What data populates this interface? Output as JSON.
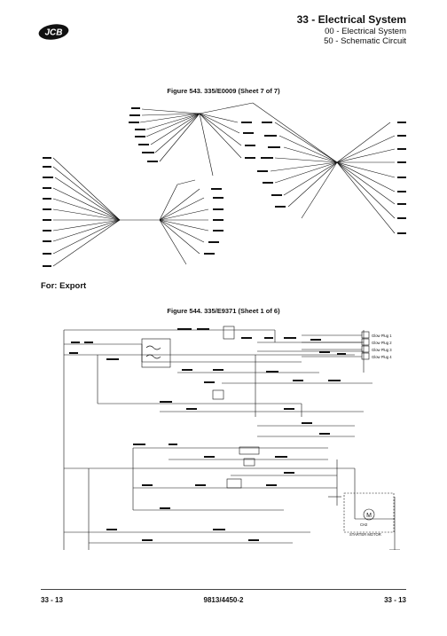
{
  "header": {
    "logo_text": "JCB",
    "chapter": "33 - Electrical System",
    "section": "00 - Electrical System",
    "subsection": "50 - Schematic Circuit"
  },
  "figure1": {
    "caption": "Figure 543. 335/E0009 (Sheet 7 of 7)"
  },
  "section_label": "For: Export",
  "figure2": {
    "caption": "Figure 544. 335/E9371 (Sheet 1 of 6)",
    "glow_plugs": [
      "Glow Plug 1",
      "Glow Plug 2",
      "Glow Plug 3",
      "Glow Plug 4"
    ],
    "starter_label_1": "CH2",
    "starter_label_2": "STARTER MOTOR"
  },
  "footer": {
    "left": "33 - 13",
    "center": "9813/4450-2",
    "right": "33 - 13"
  }
}
